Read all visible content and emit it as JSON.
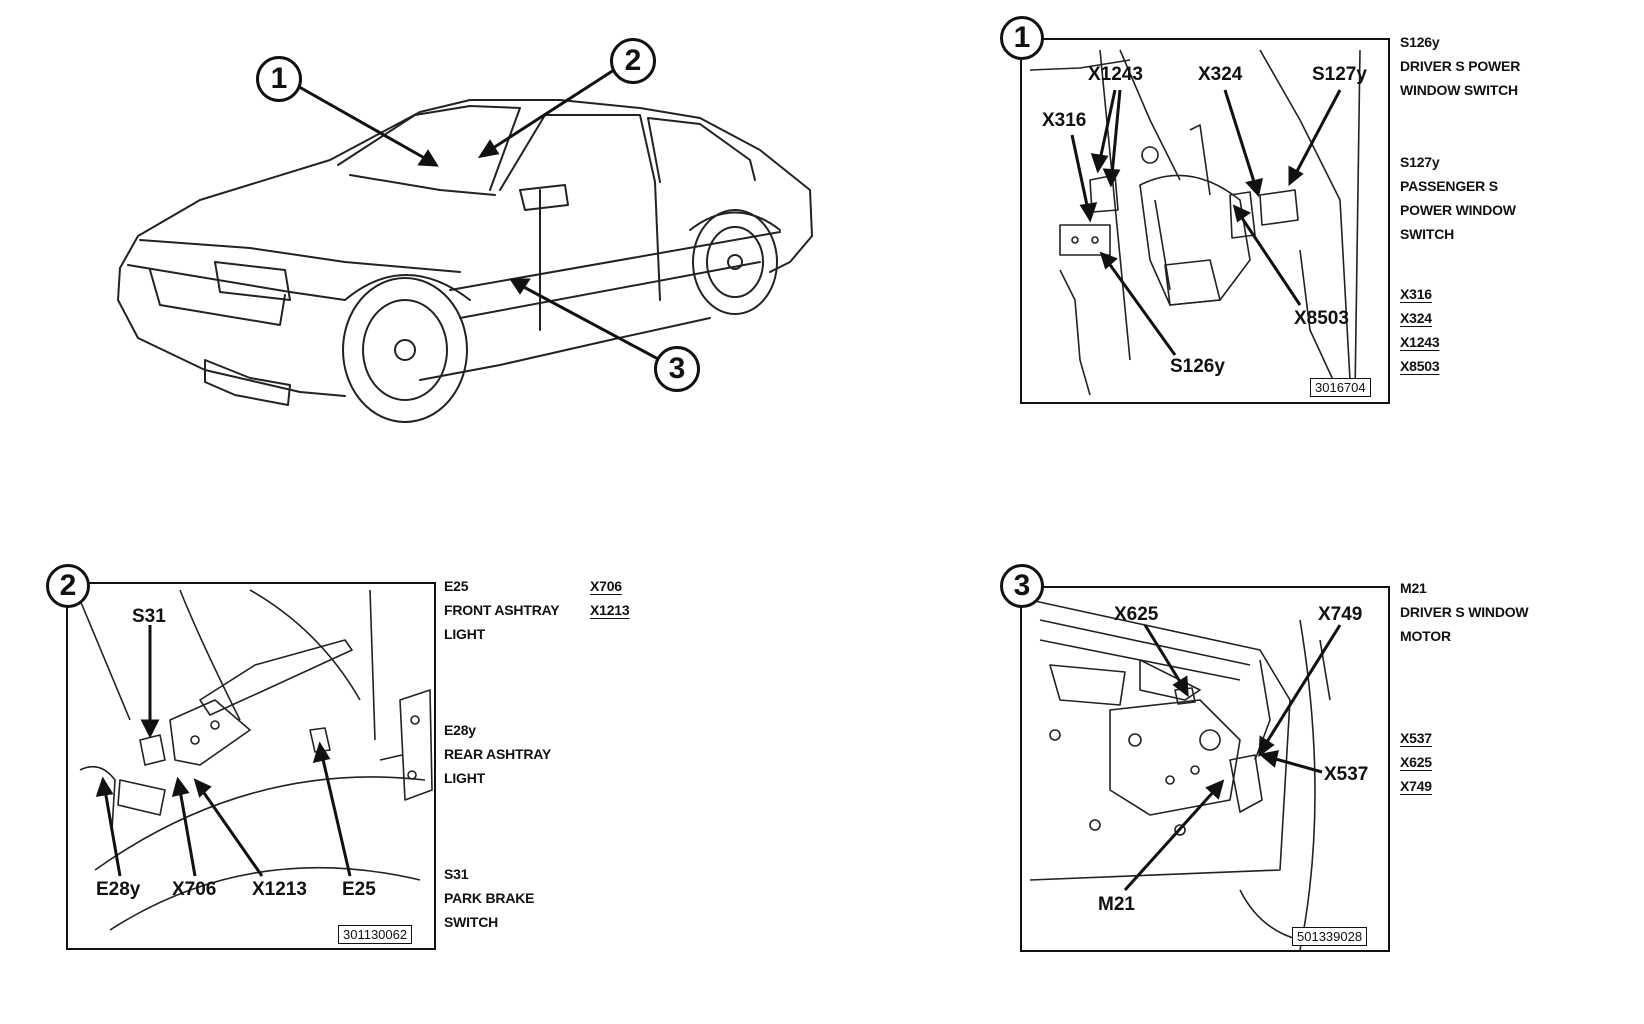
{
  "overview": {
    "callouts": [
      "1",
      "2",
      "3"
    ]
  },
  "panel1": {
    "number": "1",
    "labels": {
      "x1243": "X1243",
      "x324": "X324",
      "s127y": "S127y",
      "x316": "X316",
      "x8503": "X8503",
      "s126y": "S126y"
    },
    "code": "3016704",
    "legend": {
      "c1_code": "S126y",
      "c1_desc1": "DRIVER S POWER",
      "c1_desc2": "WINDOW SWITCH",
      "c2_code": "S127y",
      "c2_desc1": "PASSENGER S",
      "c2_desc2": "POWER WINDOW",
      "c2_desc3": "SWITCH",
      "connectors": [
        "X316",
        "X324",
        "X1243",
        "X8503"
      ]
    }
  },
  "panel2": {
    "number": "2",
    "labels": {
      "s31": "S31",
      "e28y": "E28y",
      "x706": "X706",
      "x1213": "X1213",
      "e25": "E25"
    },
    "code": "301130062",
    "legend": {
      "c1_code": "E25",
      "c1_desc1": "FRONT ASHTRAY",
      "c1_desc2": "LIGHT",
      "c2_code": "E28y",
      "c2_desc1": "REAR ASHTRAY",
      "c2_desc2": "LIGHT",
      "c3_code": "S31",
      "c3_desc1": "PARK BRAKE",
      "c3_desc2": "SWITCH",
      "connectors": [
        "X706",
        "X1213"
      ]
    }
  },
  "panel3": {
    "number": "3",
    "labels": {
      "x625": "X625",
      "x749": "X749",
      "x537": "X537",
      "m21": "M21"
    },
    "code": "501339028",
    "legend": {
      "c1_code": "M21",
      "c1_desc1": "DRIVER S WINDOW",
      "c1_desc2": "MOTOR",
      "connectors": [
        "X537",
        "X625",
        "X749"
      ]
    }
  }
}
